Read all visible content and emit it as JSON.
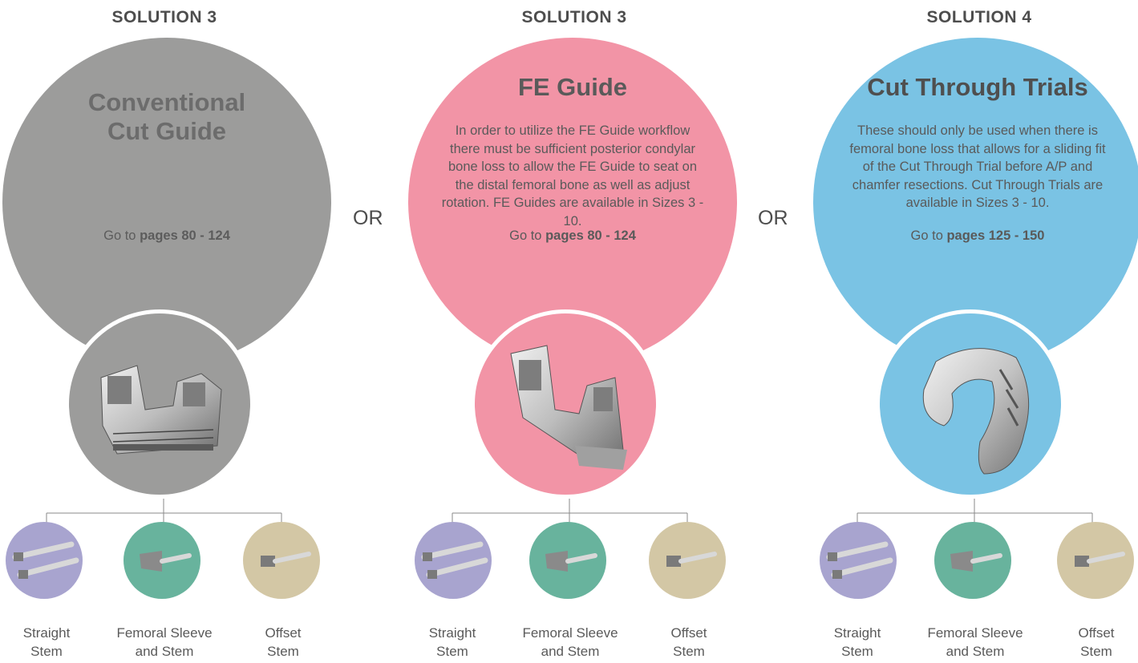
{
  "or_label": "OR",
  "colors": {
    "gray": "#9c9c9b",
    "pink": "#f294a6",
    "blue": "#7ac3e4",
    "purple": "#a8a4cf",
    "teal": "#68b39d",
    "tan": "#d3c7a5"
  },
  "solutions": [
    {
      "heading": "SOLUTION 3",
      "title_line1": "Conventional",
      "title_line2": "Cut Guide",
      "description": "",
      "goto_prefix": "Go to",
      "goto_pages": "pages 80 - 124",
      "device_icon": "conventional-cut-guide"
    },
    {
      "heading": "SOLUTION 3",
      "title_line1": "FE Guide",
      "title_line2": "",
      "description": "In order to utilize the FE Guide workflow there must be sufficient posterior condylar bone loss to allow the FE Guide to seat on the distal femoral bone as well as adjust rotation. FE Guides are available in Sizes 3 - 10.",
      "goto_prefix": "Go to",
      "goto_pages": "pages 80 - 124",
      "device_icon": "fe-guide"
    },
    {
      "heading": "SOLUTION 4",
      "title_line1": "Cut Through Trials",
      "title_line2": "",
      "description": "These should only be used when there is femoral bone loss that allows for a sliding fit of the Cut Through Trial before A/P and chamfer resections. Cut Through Trials are available in Sizes 3 - 10.",
      "goto_prefix": "Go to",
      "goto_pages": "pages 125 - 150",
      "device_icon": "cut-through-trial"
    }
  ],
  "stem_options": [
    {
      "line1": "Straight",
      "line2": "Stem",
      "icon": "straight-stem"
    },
    {
      "line1": "Femoral Sleeve",
      "line2": "and Stem",
      "icon": "femoral-sleeve"
    },
    {
      "line1": "Offset",
      "line2": "Stem",
      "icon": "offset-stem"
    }
  ]
}
